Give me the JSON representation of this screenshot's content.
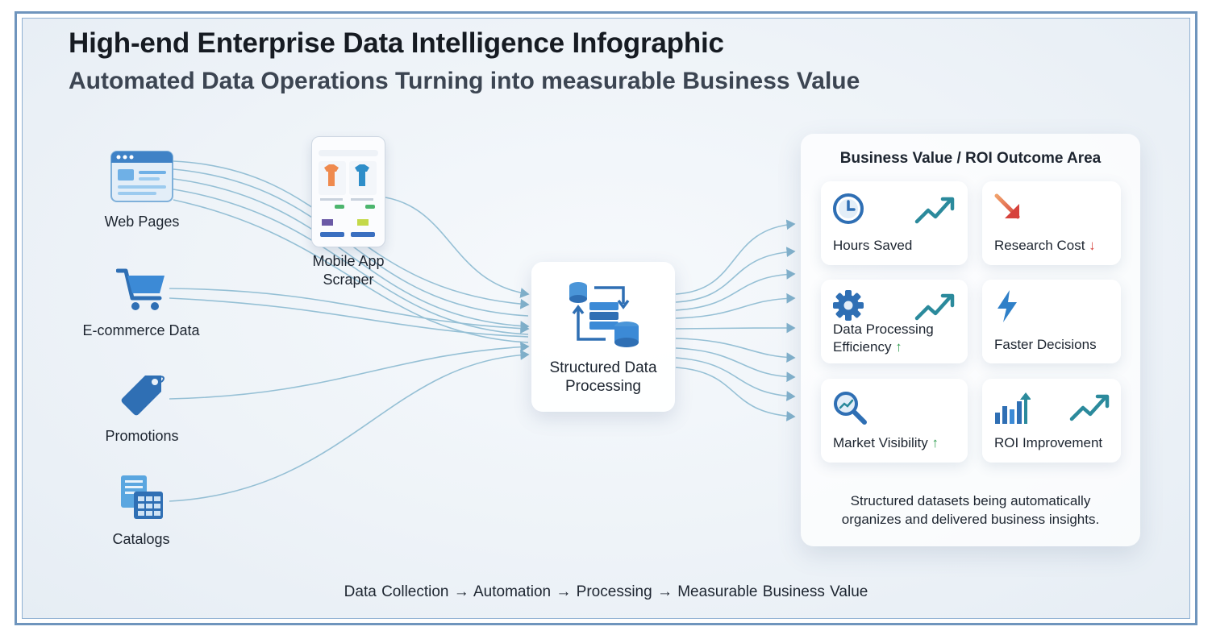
{
  "title": "High-end Enterprise Data Intelligence Infographic",
  "subtitle": "Automated Data Operations Turning into measurable Business Value",
  "sources": [
    {
      "label": "Web Pages",
      "icon": "web-page-icon"
    },
    {
      "label": "Mobile App\nScraper",
      "icon": "smartphone-icon"
    },
    {
      "label": "E-commerce Data",
      "icon": "shopping-cart-icon"
    },
    {
      "label": "Promotions",
      "icon": "price-tag-icon"
    },
    {
      "label": "Catalogs",
      "icon": "catalog-table-icon"
    }
  ],
  "processing": {
    "label": "Structured Data\nProcessing",
    "icon": "database-sync-icon"
  },
  "roi": {
    "title": "Business Value / ROI Outcome Area",
    "cards": [
      {
        "label": "Hours Saved",
        "arrow": "",
        "icon": "clock-icon",
        "trend": "trend-up-icon"
      },
      {
        "label": "Research Cost",
        "arrow": "↓",
        "icon": "down-arrow-icon"
      },
      {
        "label": "Data Processing\nEfficiency",
        "arrow": "↑",
        "icon": "gear-icon",
        "trend": "trend-up-icon"
      },
      {
        "label": "Faster Decisions",
        "arrow": "",
        "icon": "lightning-icon"
      },
      {
        "label": "Market Visibility",
        "arrow": "↑",
        "icon": "magnifier-trend-icon"
      },
      {
        "label": "ROI Improvement",
        "arrow": "",
        "icon": "bar-chart-up-icon",
        "trend": "trend-up-icon"
      }
    ],
    "footer": "Structured datasets being automatically\norganizes and delivered business insights."
  },
  "pipeline": "Data Collection → Automation → Processing → Measurable Business Value",
  "colors": {
    "accent_blue": "#2f6fb4",
    "light_blue": "#5aa6e0",
    "teal": "#2b8a9c",
    "flow": "#7fb2cc",
    "up": "#2e9b4d",
    "down": "#d6423c",
    "frame": "#6f95bd"
  }
}
